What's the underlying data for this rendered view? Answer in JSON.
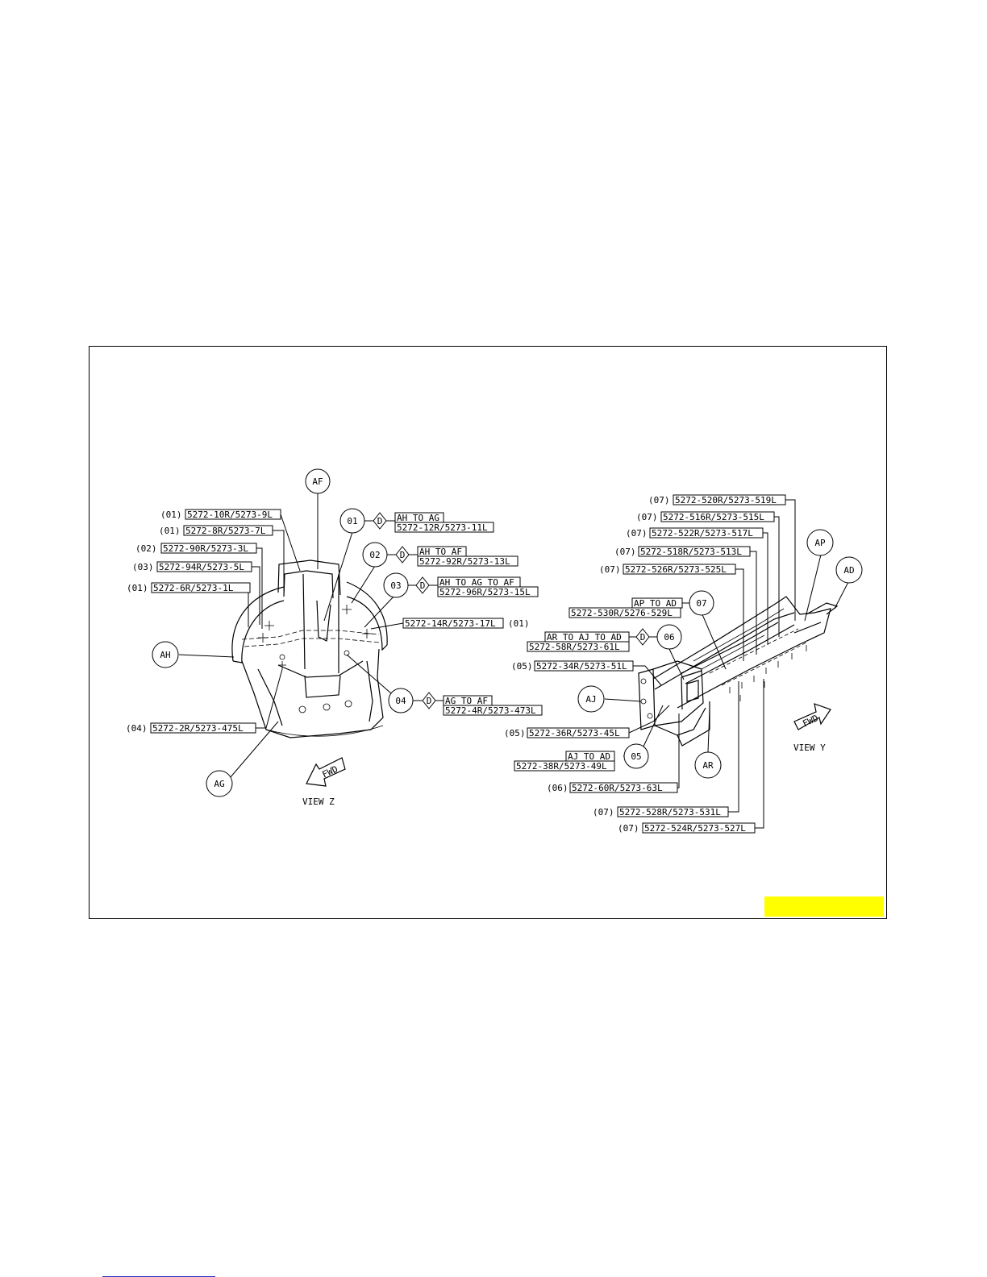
{
  "colors": {
    "highlight": "#ffff00",
    "frame": "#000000"
  },
  "view_z": {
    "title": "VIEW Z",
    "fwd": "FWD",
    "bubbles": {
      "af": "AF",
      "ah": "AH",
      "ag": "AG",
      "n01": "01",
      "n02": "02",
      "n03": "03",
      "n04": "04"
    },
    "weld_symbol": "D",
    "callouts": [
      {
        "prefix": "(01)",
        "part": "5272-10R/5273-9L"
      },
      {
        "prefix": "(01)",
        "part": "5272-8R/5273-7L"
      },
      {
        "prefix": "(02)",
        "part": "5272-90R/5273-3L"
      },
      {
        "prefix": "(03)",
        "part": "5272-94R/5273-5L"
      },
      {
        "prefix": "(01)",
        "part": "5272-6R/5273-1L"
      },
      {
        "prefix": "(04)",
        "part": "5272-2R/5273-475L"
      }
    ],
    "right_callout": {
      "part": "5272-14R/5273-17L",
      "suffix": "(01)"
    },
    "weld_notes": [
      {
        "joint": "AH TO AG",
        "part": "5272-12R/5273-11L"
      },
      {
        "joint": "AH TO AF",
        "part": "5272-92R/5273-13L"
      },
      {
        "joint": "AH TO AG TO AF",
        "part": "5272-96R/5273-15L"
      },
      {
        "joint": "AG TO AF",
        "part": "5272-4R/5273-473L"
      }
    ]
  },
  "view_y": {
    "title": "VIEW Y",
    "fwd": "FWD",
    "bubbles": {
      "ap": "AP",
      "ad": "AD",
      "aj": "AJ",
      "ar": "AR",
      "n05": "05",
      "n06": "06",
      "n07": "07"
    },
    "weld_symbol": "D",
    "callouts": [
      {
        "prefix": "(07)",
        "part": "5272-520R/5273-519L"
      },
      {
        "prefix": "(07)",
        "part": "5272-516R/5273-515L"
      },
      {
        "prefix": "(07)",
        "part": "5272-522R/5273-517L"
      },
      {
        "prefix": "(07)",
        "part": "5272-518R/5273-513L"
      },
      {
        "prefix": "(07)",
        "part": "5272-526R/5273-525L"
      },
      {
        "prefix": "(05)",
        "part": "5272-34R/5273-51L"
      },
      {
        "prefix": "(05)",
        "part": "5272-36R/5273-45L"
      },
      {
        "prefix": "(06)",
        "part": "5272-60R/5273-63L"
      },
      {
        "prefix": "(07)",
        "part": "5272-528R/5273-531L"
      },
      {
        "prefix": "(07)",
        "part": "5272-524R/5273-527L"
      }
    ],
    "weld_notes": [
      {
        "joint": "AP TO AD",
        "part": "5272-530R/5276-529L"
      },
      {
        "joint": "AR TO AJ TO AD",
        "part": "5272-58R/5273-61L"
      },
      {
        "joint": "AJ TO AD",
        "part": "5272-38R/5273-49L"
      }
    ]
  }
}
